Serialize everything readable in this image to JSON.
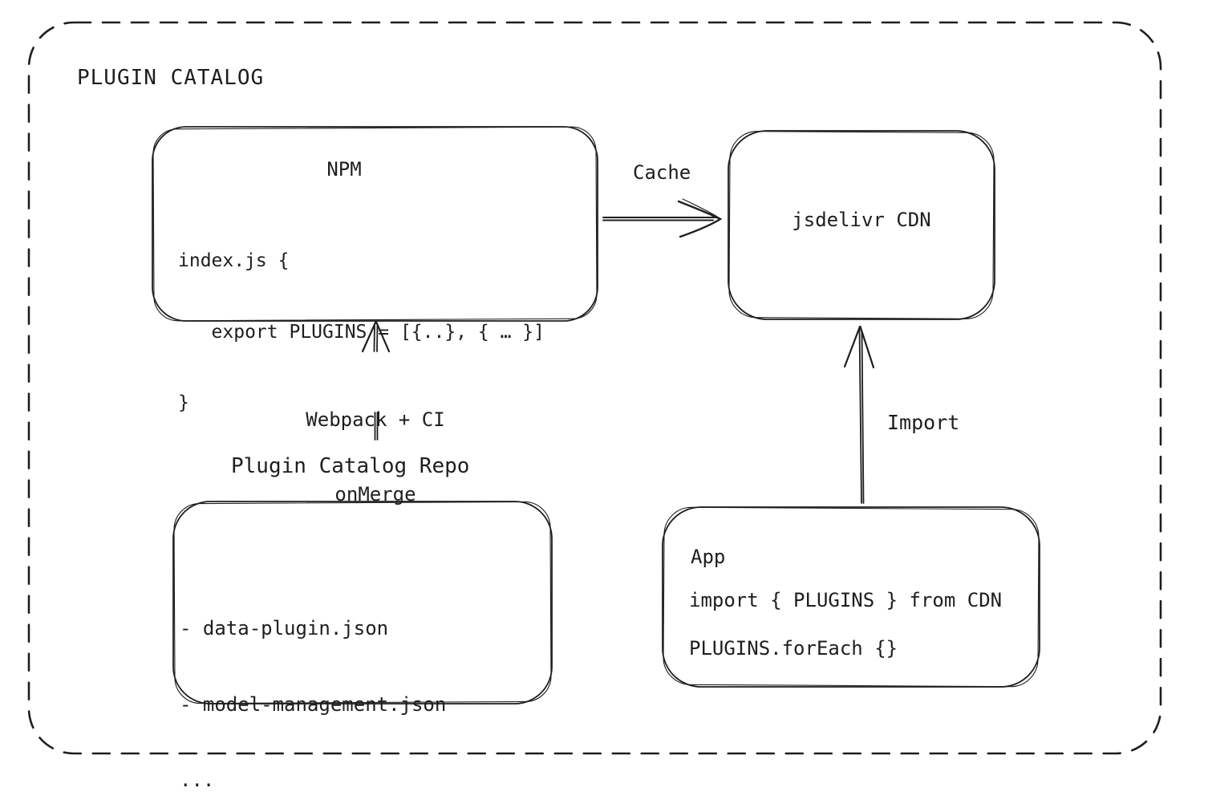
{
  "title": "PLUGIN CATALOG",
  "nodes": {
    "npm": {
      "title": "NPM",
      "code": [
        "index.js {",
        "   export PLUGINS = [{..}, { … }]",
        "}"
      ]
    },
    "cdn": {
      "label": "jsdelivr CDN"
    },
    "repo": {
      "label": "Plugin Catalog Repo",
      "files": [
        "- data-plugin.json",
        "- model-management.json",
        "..."
      ]
    },
    "app": {
      "title": "App",
      "code": [
        "import { PLUGINS } from CDN",
        "PLUGINS.forEach {}"
      ]
    }
  },
  "edges": {
    "cache": {
      "label": "Cache"
    },
    "build": {
      "labels": [
        "Webpack + CI",
        "onMerge"
      ]
    },
    "import": {
      "label": "Import"
    }
  },
  "colors": {
    "stroke": "#1e1e1e",
    "background": "#ffffff"
  }
}
